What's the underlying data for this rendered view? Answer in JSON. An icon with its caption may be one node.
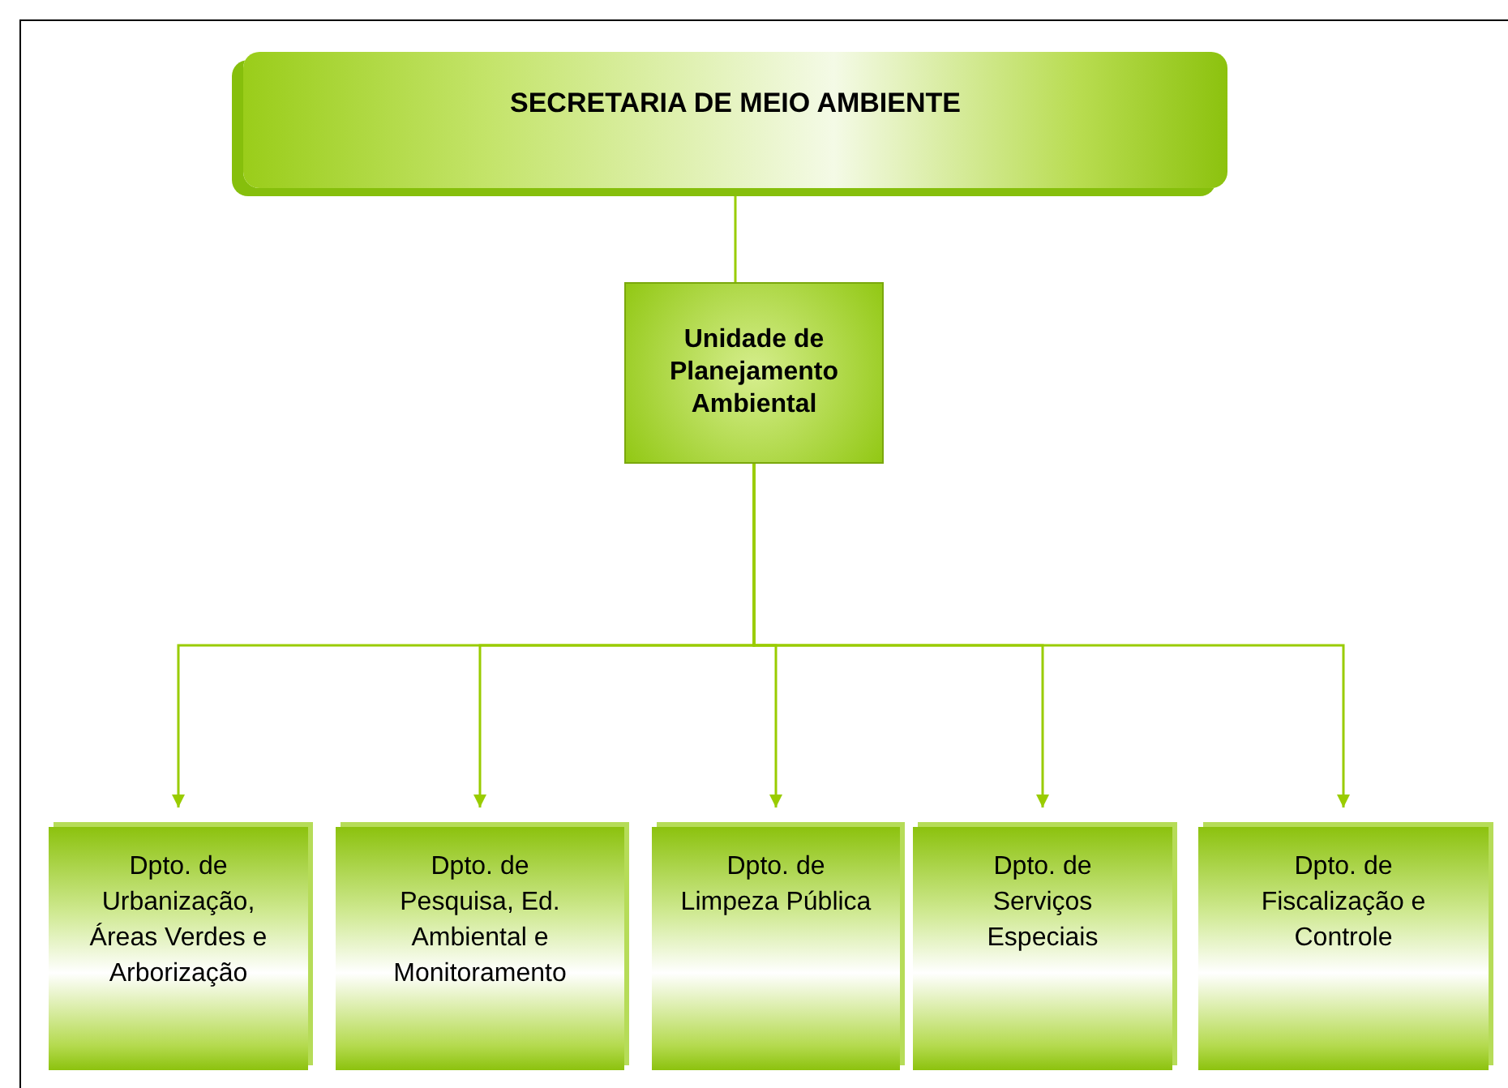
{
  "diagram": {
    "nodes": [
      {
        "text": [
          "SECRETARIA DE MEIO AMBIENTE"
        ]
      },
      {
        "text": [
          "Unidade de Planejamento Ambiental"
        ]
      },
      {
        "text": [
          "Dpto. de Urbanização, Áreas Verdes e Arborização"
        ]
      },
      {
        "text": [
          "Dpto. de Pesquisa, Ed. Ambiental e Monitoramento"
        ]
      },
      {
        "text": [
          "Dpto. de Limpeza Pública"
        ]
      },
      {
        "text": [
          "Dpto. de Serviços Especiais"
        ]
      },
      {
        "text": [
          "Dpto. de Fiscalização e Controle"
        ]
      }
    ],
    "edges": [
      {
        "from": 0,
        "to": 1,
        "arrow": "none"
      },
      {
        "from": 1,
        "to": 2,
        "arrow": "to"
      },
      {
        "from": 1,
        "to": 3,
        "arrow": "to"
      },
      {
        "from": 1,
        "to": 4,
        "arrow": "to"
      },
      {
        "from": 1,
        "to": 5,
        "arrow": "to"
      },
      {
        "from": 1,
        "to": 6,
        "arrow": "to"
      }
    ]
  }
}
